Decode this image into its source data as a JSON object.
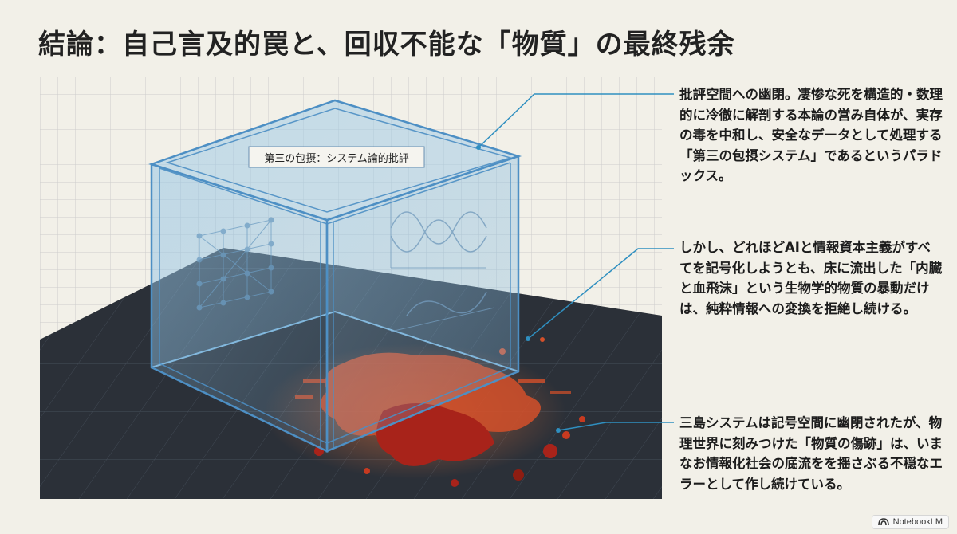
{
  "title": "結論：自己言及的罠と、回収不能な「物質」の最終残余",
  "box_label": "第三の包摂：システム論的批評",
  "notes": [
    "批評空間への幽閉。凄惨な死を構造的・数理的に冷徹に解剖する本論の営み自体が、実存の毒を中和し、安全なデータとして処理する「第三の包摂システム」であるというパラドックス。",
    "しかし、どれほどAIと情報資本主義がすべてを記号化しようとも、床に流出した「内臓と血飛沫」という生物学的物質の暴動だけは、純粋情報への変換を拒絶し続ける。",
    "三島システムは記号空間に幽閉されたが、物理世界に刻みつけた「物質の傷跡」は、いまなお情報化社会の底流をを揺さぶる不穏なエラーとして作し続けている。"
  ],
  "watermark": "NotebookLM",
  "colors": {
    "background": "#f2f0e8",
    "grid": "#c9c9c9",
    "floor": "#2b3038",
    "glass": "#7fb6dc",
    "glass_edge": "#4d8fc4",
    "blood": "#c73a20",
    "blood_dark": "#8e1d12",
    "leader": "#2f8fc0"
  },
  "icons": {
    "watermark": "notebooklm-logo-icon"
  }
}
